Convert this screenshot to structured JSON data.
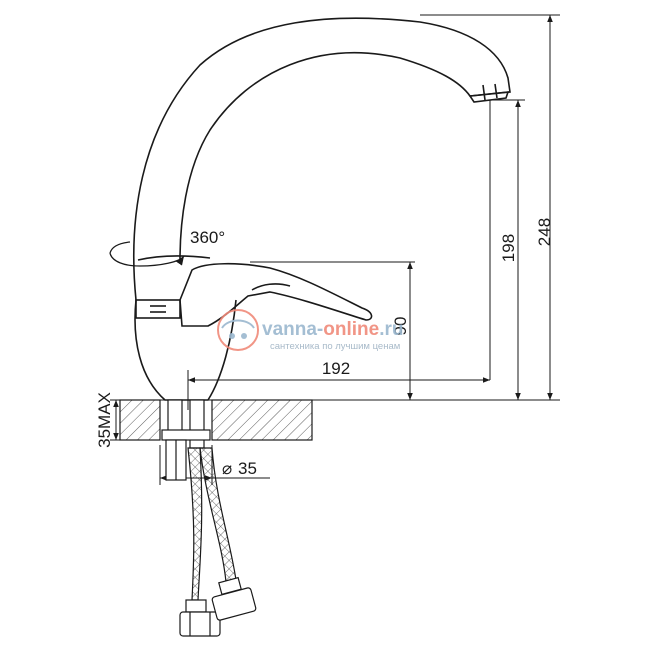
{
  "dimensions": {
    "total_height": "248",
    "spout_height": "198",
    "lever_height": "90",
    "reach": "192",
    "rotation": "360°",
    "mount_thickness": "35MAX",
    "hole_diameter": "35"
  },
  "watermark": {
    "brand_prefix": "vanna-",
    "brand_accent": "online",
    "brand_suffix": ".ru",
    "tagline": "сантехника по лучшим ценам"
  },
  "colors": {
    "line": "#1a1a1a",
    "watermark_blue": "#9bb8cf",
    "watermark_accent": "#f08a7a",
    "watermark_sub": "#9fb3c4"
  }
}
